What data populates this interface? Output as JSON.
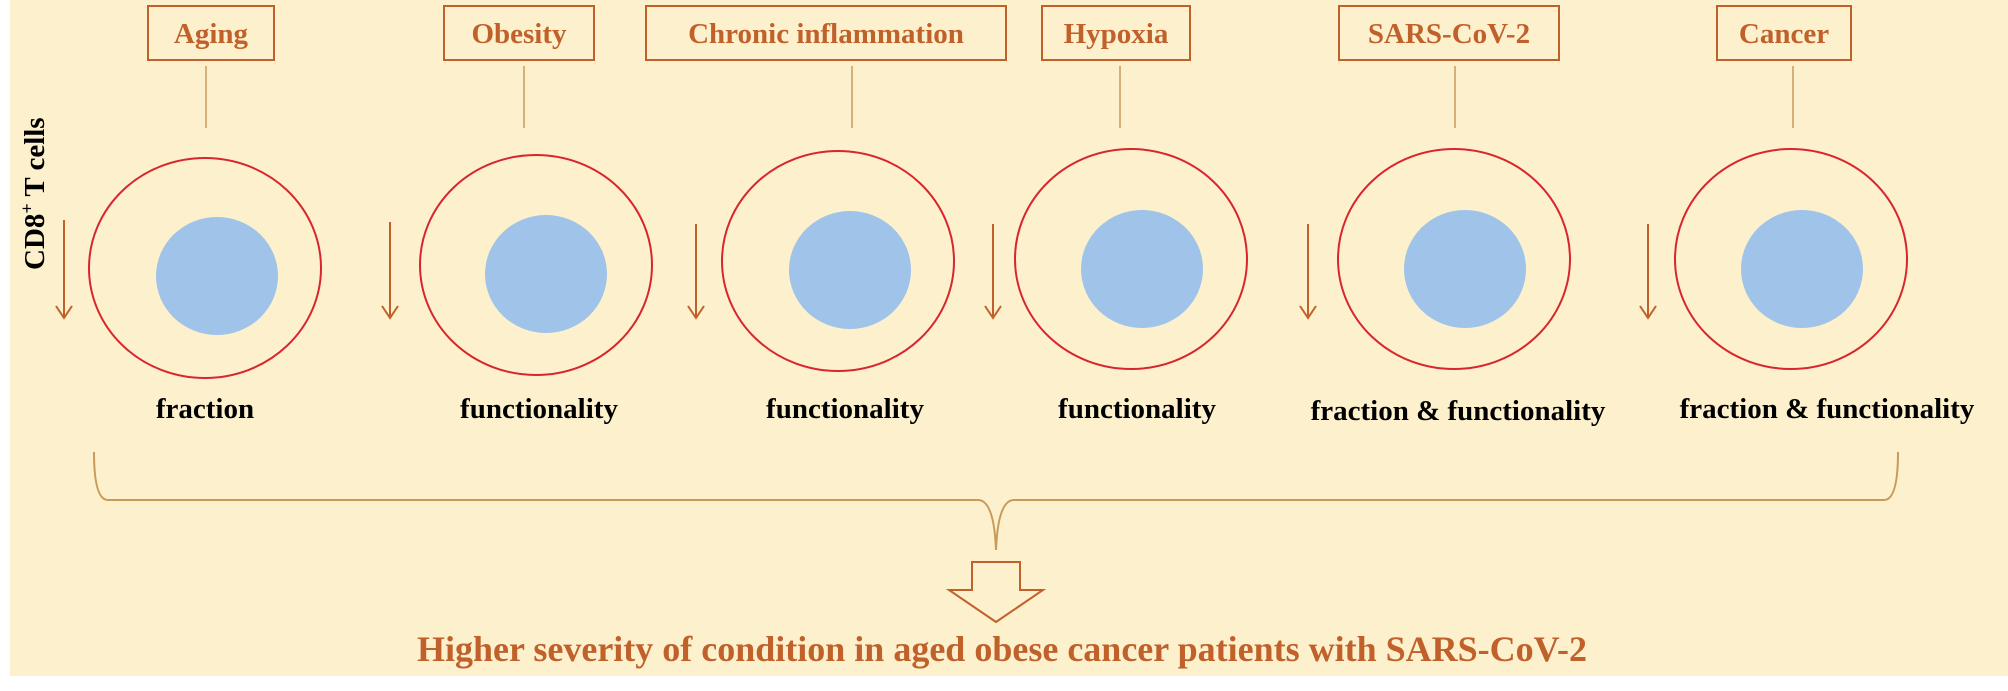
{
  "colors": {
    "background": "#fdf0cc",
    "accent": "#c0612b",
    "cell_outline": "#d7262e",
    "nucleus": "#9fc3e9",
    "bracket": "#c89a5a",
    "text": "#000000"
  },
  "side_label": {
    "main": "CD8",
    "superscript": "+",
    "rest": " T cells"
  },
  "factors": [
    {
      "label": "Aging",
      "effect": "fraction",
      "arrow": "down-arrow-icon"
    },
    {
      "label": "Obesity",
      "effect": "functionality",
      "arrow": "down-arrow-icon"
    },
    {
      "label": "Chronic inflammation",
      "effect": "functionality",
      "arrow": "down-arrow-icon"
    },
    {
      "label": "Hypoxia",
      "effect": "functionality",
      "arrow": "down-arrow-icon"
    },
    {
      "label": "SARS-CoV-2",
      "effect": "fraction & functionality",
      "arrow": "down-arrow-icon"
    },
    {
      "label": "Cancer",
      "effect": "fraction & functionality",
      "arrow": "down-arrow-icon"
    }
  ],
  "conclusion": "Higher severity of condition in aged obese cancer patients with SARS-CoV-2"
}
